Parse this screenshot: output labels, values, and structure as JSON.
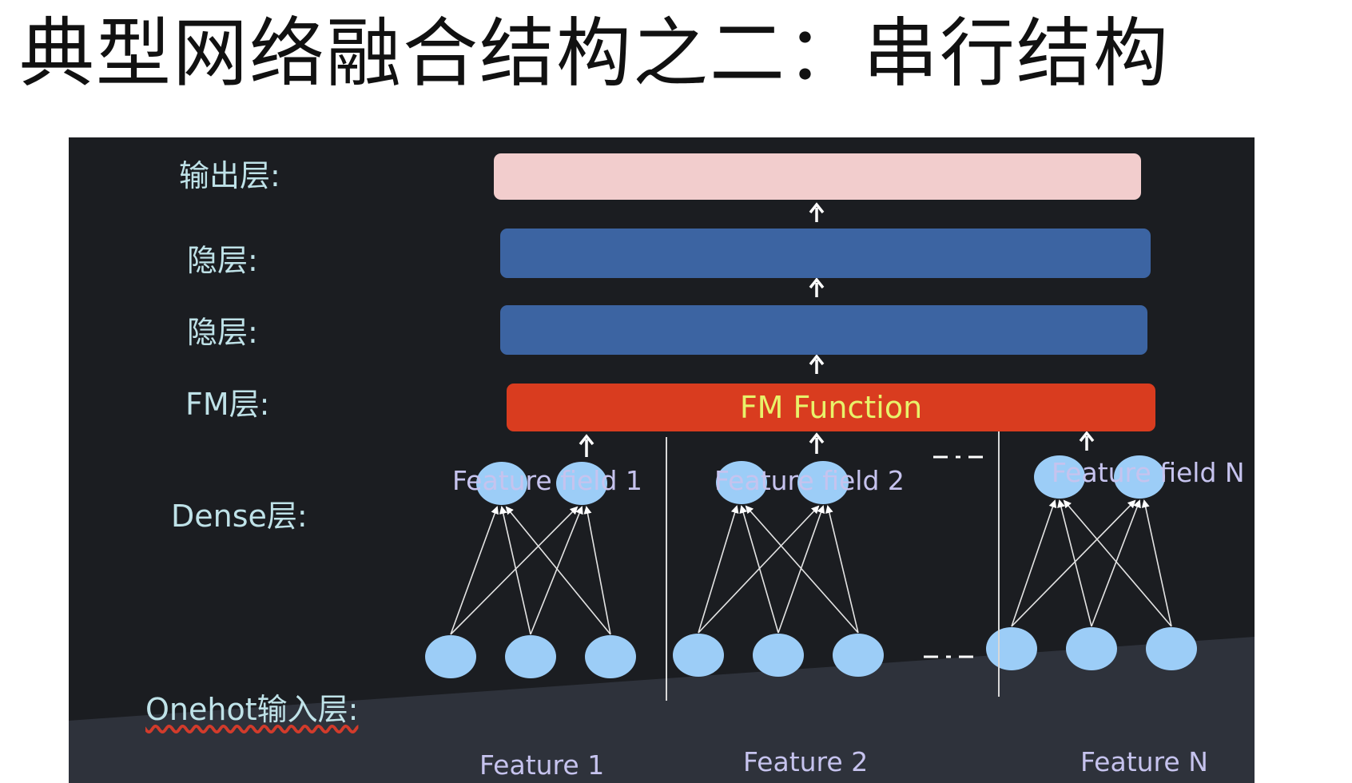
{
  "title": "典型网络融合结构之二：串行结构",
  "layers": {
    "output": "输出层:",
    "hidden1": "隐层:",
    "hidden2": "隐层:",
    "fm": "FM层:",
    "dense": "Dense层:",
    "onehot": "Onehot输入层:"
  },
  "fm_function": "FM Function",
  "fields": [
    "Feature field 1",
    "Feature field 2",
    "Feature field N"
  ],
  "features": [
    "Feature 1",
    "Feature 2",
    "Feature N"
  ],
  "colors": {
    "panel_bg": "#1b1d21",
    "output_bar": "#f2cdcd",
    "hidden_bar": "#3c64a2",
    "fm_bar": "#d93c1f",
    "fm_text": "#e8f26a",
    "node": "#9ccdf7",
    "layer_label": "#bfe2e8",
    "field_label": "#c6c3ee"
  }
}
